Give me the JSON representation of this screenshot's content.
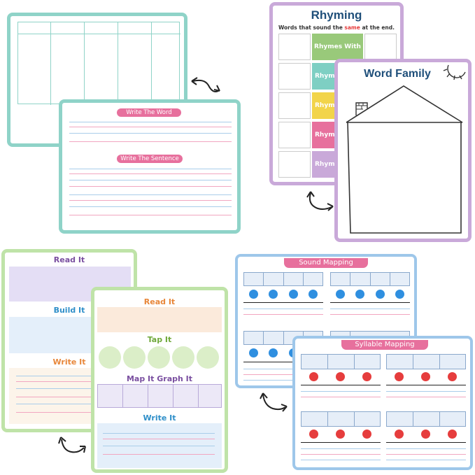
{
  "colors": {
    "teal": "#8fd3c8",
    "purple": "#c9a9d9",
    "green": "#bfe3a8",
    "blue": "#9ec7ea",
    "pink": "#e7709d",
    "pink_line": "#f2a6c0",
    "blue_line": "#a9cdea",
    "red_dot": "#e63d3d",
    "blue_dot": "#2f8fe0"
  },
  "write_board": {
    "write_word_label": "Write The Word",
    "write_sentence_label": "Write The Sentence"
  },
  "rhyming_board": {
    "title": "Rhyming",
    "subtitle_before": "Words that sound the ",
    "subtitle_highlight": "same",
    "subtitle_after": " at the end.",
    "rows": [
      "Rhymes With",
      "Rhyme",
      "Rhyme",
      "Rhyme",
      "Rhyme"
    ]
  },
  "word_family_board": {
    "title": "Word Family"
  },
  "read_board_back": {
    "read_label": "Read It",
    "build_label": "Build It",
    "write_label": "Write It"
  },
  "read_board_front": {
    "read_label": "Read It",
    "tap_label": "Tap It",
    "map_label": "Map It Graph It",
    "write_label": "Write It"
  },
  "sound_mapping_board": {
    "title": "Sound Mapping"
  },
  "syllable_mapping_board": {
    "title": "Syllable Mapping"
  }
}
